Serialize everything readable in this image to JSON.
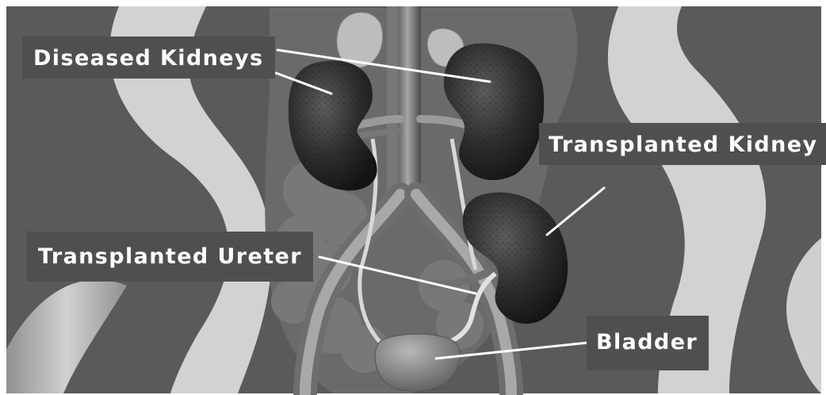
{
  "colors": {
    "background_border": "#ffffff",
    "canvas": "#5a5a5a",
    "label_box": "#4f4f4f",
    "label_text": "#ffffff",
    "leader_line": "#ffffff",
    "kidney": "#2b2b2b",
    "vessel": "#8a8a8a",
    "bladder": "#8e8e8e",
    "body_silhouette": "#d4d4d4"
  },
  "labels": {
    "diseased_kidneys": "Diseased Kidneys",
    "transplanted_kidney": "Transplanted Kidney",
    "transplanted_ureter": "Transplanted Ureter",
    "bladder": "Bladder"
  }
}
